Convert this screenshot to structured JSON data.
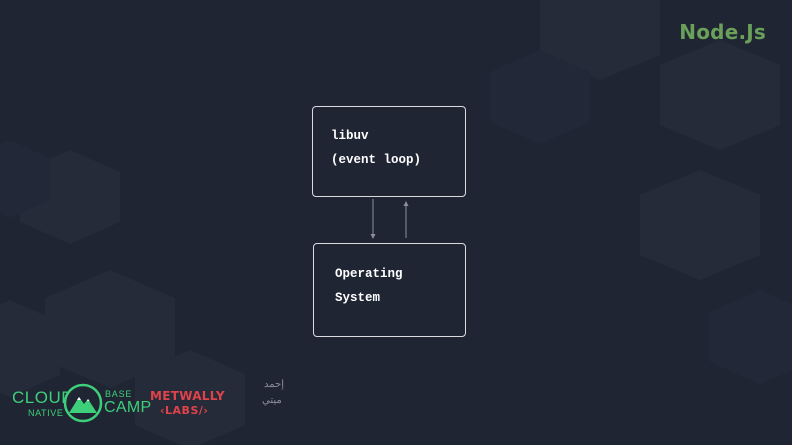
{
  "header": {
    "title": "Node.Js"
  },
  "diagram": {
    "boxes": [
      {
        "lines": [
          "libuv",
          "(event loop)"
        ]
      },
      {
        "lines": [
          "Operating",
          "System"
        ]
      }
    ]
  },
  "logos": {
    "cloud_native_basecamp": {
      "cloud": "CLOUD",
      "native": "NATIVE",
      "base": "BASE",
      "camp": "CAMP"
    },
    "metwally_labs": {
      "top": "METWALLY",
      "bottom": "‹LABS/›"
    },
    "signature": {
      "line1": "إحمد",
      "line2": "ميتي"
    }
  },
  "colors": {
    "background": "#1f2533",
    "title": "#6aa05a",
    "box_border": "#d9dbe0",
    "text": "#ffffff",
    "arrow": "#8a8f99",
    "cloud_native": "#3ecf7a",
    "metwally": "#e0424a"
  }
}
